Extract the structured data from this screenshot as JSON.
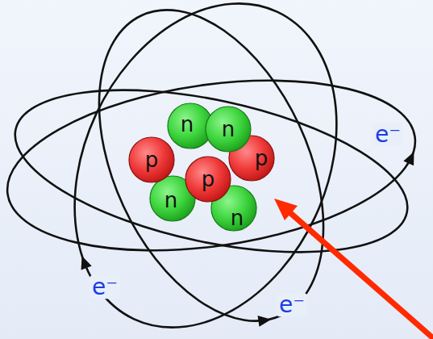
{
  "diagram": {
    "nodes": [
      {
        "text": [
          "n"
        ]
      },
      {
        "text": [
          "n"
        ]
      },
      {
        "text": [
          "p"
        ]
      },
      {
        "text": [
          "p"
        ]
      },
      {
        "text": [
          "p"
        ]
      },
      {
        "text": [
          "n"
        ]
      },
      {
        "text": [
          "n"
        ]
      }
    ],
    "labels": [
      "e⁻",
      "e⁻",
      "e⁻"
    ]
  }
}
